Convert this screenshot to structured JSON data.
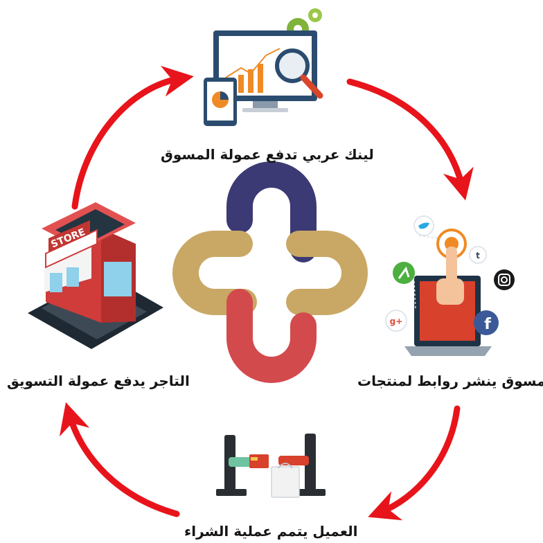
{
  "cycle_steps": [
    {
      "id": "network",
      "label": "لينك عربي تدفع عمولة المسوق",
      "icon": "analytics-screen-icon"
    },
    {
      "id": "publish",
      "label": "المسوق ينشر روابط لمنتجات",
      "icon": "laptop-social-media-icon"
    },
    {
      "id": "purchase",
      "label": "العميل يتمم عملية الشراء",
      "icon": "online-payment-icon"
    },
    {
      "id": "merchant",
      "label": "التاجر يدفع عمولة التسويق",
      "icon": "store-icon"
    }
  ],
  "store_sign": "STORE",
  "colors": {
    "arrow": "#e8141b",
    "logo_navy": "#3b3a74",
    "logo_gold": "#c9a866",
    "logo_red": "#d34a4d"
  }
}
